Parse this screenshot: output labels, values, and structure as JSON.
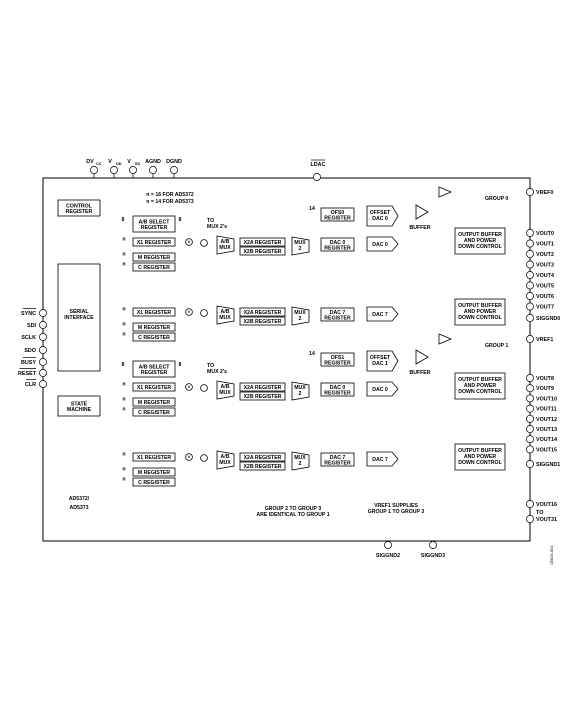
{
  "chip": {
    "part_label_1": "AD5372/",
    "part_label_2": "AD5373"
  },
  "top_pins": {
    "dvcc": "DV",
    "dvcc_sub": "CC",
    "vdd": "V",
    "vdd_sub": "DD",
    "vss": "V",
    "vss_sub": "SS",
    "agnd": "AGND",
    "dgnd": "DGND",
    "ldac": "LDAC"
  },
  "notes": {
    "n16": "n = 16 FOR AD5372",
    "n14": "n = 14 FOR AD5373"
  },
  "left_pins": {
    "sync": "SYNC",
    "sdi": "SDI",
    "sclk": "SCLK",
    "sdo": "SDO",
    "busy": "BUSY",
    "reset": "RESET",
    "clr": "CLR"
  },
  "blocks": {
    "control_1": "CONTROL",
    "control_2": "REGISTER",
    "serial_1": "SERIAL",
    "serial_2": "INTERFACE",
    "state_1": "STATE",
    "state_2": "MACHINE",
    "ab_select_1": "A/B SELECT",
    "ab_select_2": "REGISTER",
    "to_mux_1": "TO",
    "to_mux_2": "MUX 2's",
    "x1": "X1 REGISTER",
    "m": "M REGISTER",
    "c": "C REGISTER",
    "x2a": "X2A REGISTER",
    "x2b": "X2B REGISTER",
    "ab_1": "A/B",
    "ab_2": "MUX",
    "mux": "MUX",
    "mux_n": "2",
    "ofs0_1": "OFS0",
    "ofs1_1": "OFS1",
    "ofs_2": "REGISTER",
    "dac0reg_1": "DAC 0",
    "dac7reg_1": "DAC 7",
    "reg_2": "REGISTER",
    "offset_1": "OFFSET",
    "offset_dac0": "DAC 0",
    "offset_dac1": "DAC 1",
    "dac0": "DAC 0",
    "dac7": "DAC 7",
    "buffer": "BUFFER",
    "obuf_1": "OUTPUT BUFFER",
    "obuf_2": "AND POWER",
    "obuf_3": "DOWN CONTROL",
    "n": "n",
    "bits14": "14",
    "eight": "8"
  },
  "groups": {
    "group0": "GROUP 0",
    "group1": "GROUP 1",
    "g23_1": "GROUP 2 TO GROUP 3",
    "g23_2": "ARE IDENTICAL TO GROUP 1",
    "vref1_1": "VREF1 SUPPLIES",
    "vref1_2": "GROUP 1 TO GROUP 3"
  },
  "right_pins": {
    "vref0": "VREF0",
    "vref1": "VREF1",
    "g0_outputs": [
      "VOUT0",
      "VOUT1",
      "VOUT2",
      "VOUT3",
      "VOUT4",
      "VOUT5",
      "VOUT6",
      "VOUT7"
    ],
    "siggnd0": "SIGGND0",
    "g1_outputs": [
      "VOUT8",
      "VOUT9",
      "VOUT10",
      "VOUT11",
      "VOUT12",
      "VOUT13",
      "VOUT14",
      "VOUT15"
    ],
    "siggnd1": "SIGGND1",
    "vout16": "VOUT16",
    "to": "TO",
    "vout31": "VOUT31"
  },
  "bottom_pins": {
    "siggnd2": "SIGGND2",
    "siggnd3": "SIGGND3"
  },
  "figure_id": "05815-001"
}
